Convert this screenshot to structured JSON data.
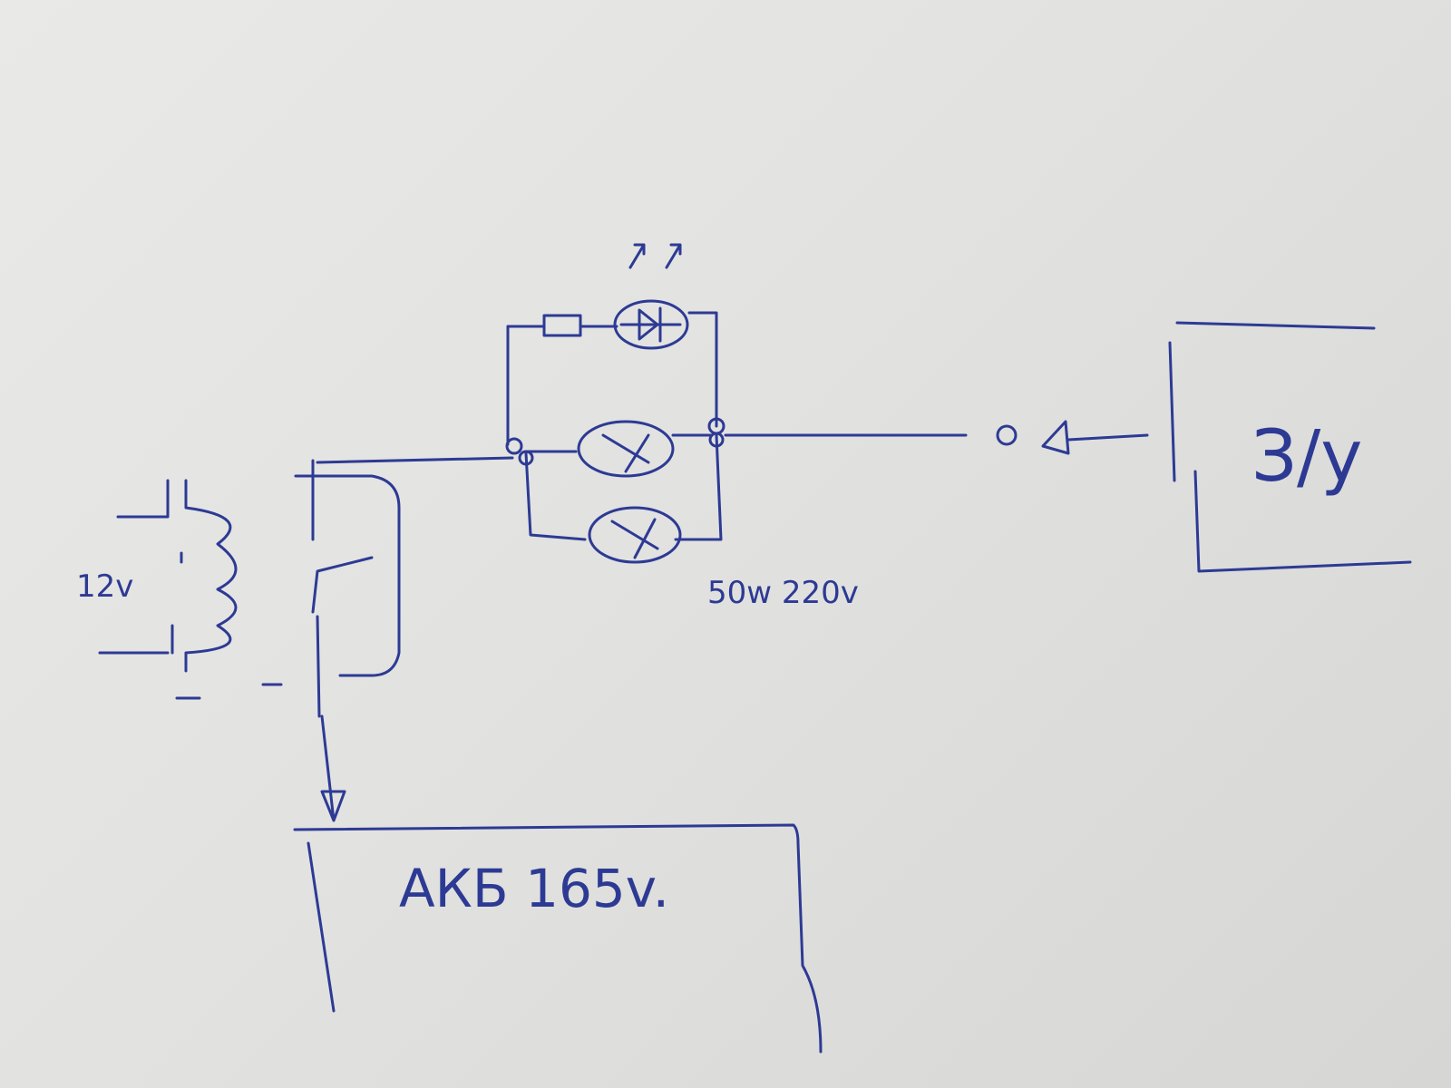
{
  "labels": {
    "relay_voltage": "12v",
    "lamp_rating": "50w 220v",
    "charger": "З/у",
    "battery": "АКБ 165v."
  },
  "colors": {
    "ink": "#2d3a94",
    "paper": "#e4e4e2"
  }
}
